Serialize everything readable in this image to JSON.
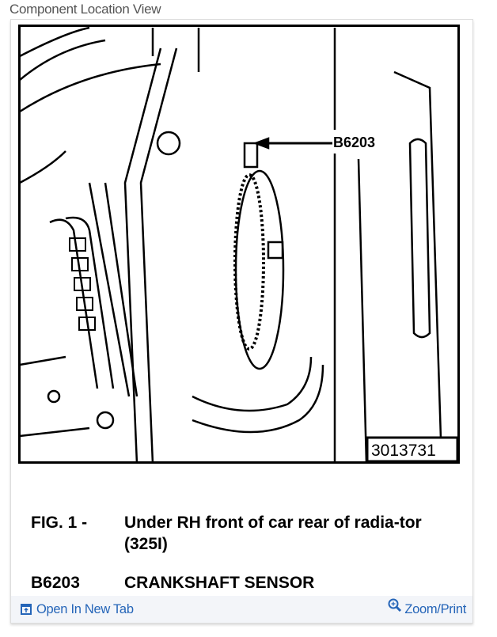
{
  "header": {
    "title": "Component Location View"
  },
  "figure": {
    "callout_label": "B6203",
    "figure_number": "3013731"
  },
  "caption": {
    "rows": [
      {
        "key": "FIG. 1 -",
        "value": "Under RH front of car rear of radia-tor (325I)"
      },
      {
        "key": "B6203",
        "value": "CRANKSHAFT SENSOR"
      }
    ]
  },
  "footer": {
    "open_new_tab": "Open In New Tab",
    "zoom_print": "Zoom/Print"
  },
  "colors": {
    "link": "#2565b8",
    "footer_bg": "#f3f5f9",
    "title": "#555555"
  },
  "icons": {
    "open_tab": "open-new-tab-icon",
    "zoom": "magnifier-plus-icon"
  }
}
